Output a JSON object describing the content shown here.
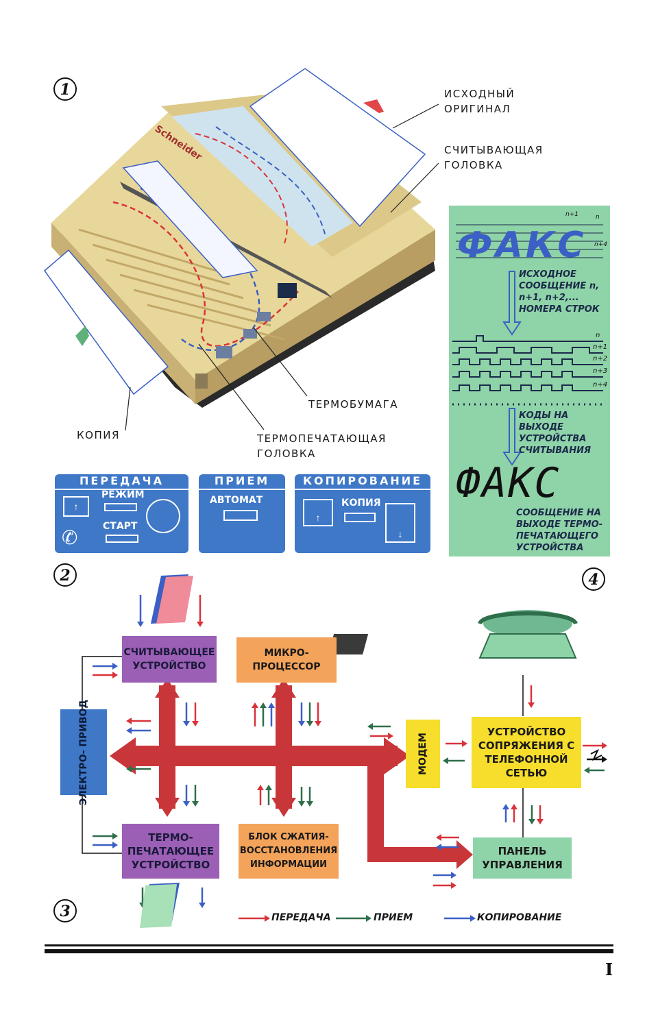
{
  "figure_numbers": {
    "fig1": "1",
    "fig2": "2",
    "fig3": "3",
    "fig4": "4"
  },
  "machine": {
    "brand": "Schneider",
    "callouts": {
      "original": "ИСХОДНЫЙ ОРИГИНАЛ",
      "reading_head": "СЧИТЫВАЮЩАЯ ГОЛОВКА",
      "thermal_paper": "ТЕРМОБУМАГА",
      "thermal_head": "ТЕРМОПЕЧАТАЮЩАЯ ГОЛОВКА",
      "copy": "КОПИЯ"
    }
  },
  "control_panel": {
    "transmit": {
      "title": "ПЕРЕДАЧА",
      "mode": "РЕЖИМ",
      "start": "СТАРТ"
    },
    "receive": {
      "title": "ПРИЕМ",
      "auto": "АВТОМАТ"
    },
    "copy": {
      "title": "КОПИРОВАНИЕ",
      "copy": "КОПИЯ"
    }
  },
  "fax_example": {
    "word": "ФАКС",
    "line_labels_top": [
      "n+1",
      "n",
      "n+4"
    ],
    "source_caption": "ИСХОДНОЕ СООБЩЕНИЕ n, n+1, n+2,... НОМЕРА СТРОК",
    "waveform_labels": [
      "n",
      "n+1",
      "n+2",
      "n+3",
      "n+4"
    ],
    "codes_caption": "КОДЫ НА ВЫХОДЕ УСТРОЙСТВА СЧИТЫВАНИЯ",
    "output_caption": "СООБЩЕНИЕ НА ВЫХОДЕ ТЕРМО- ПЕЧАТАЮЩЕГО УСТРОЙСТВА"
  },
  "block_diagram": {
    "reader": "СЧИТЫВАЮЩЕЕ УСТРОЙСТВО",
    "cpu": "МИКРО- ПРОЦЕССОР",
    "drive": "ЭЛЕКТРО- ПРИВОД",
    "printer": "ТЕРМО- ПЕЧАТАЮЩЕЕ УСТРОЙСТВО",
    "compress": "БЛОК СЖАТИЯ- ВОССТАНОВЛЕНИЯ ИНФОРМАЦИИ",
    "modem": "МОДЕМ",
    "interface": "УСТРОЙСТВО СОПРЯЖЕНИЯ С ТЕЛЕФОННОЙ СЕТЬЮ",
    "panel": "ПАНЕЛЬ УПРАВЛЕНИЯ"
  },
  "legend": {
    "transmit": "ПЕРЕДАЧА",
    "receive": "ПРИЕМ",
    "copy": "КОПИРОВАНИЕ"
  },
  "colors": {
    "transmit": "#d9333a",
    "receive": "#2f6e4a",
    "copy": "#3b5fc4",
    "bus": "#c9363a",
    "purple": "#9b5fb5",
    "orange": "#f4a35a",
    "yellow": "#f7dd2c",
    "green": "#8fd3a8",
    "blue": "#3f78c7"
  },
  "page_number": "I"
}
